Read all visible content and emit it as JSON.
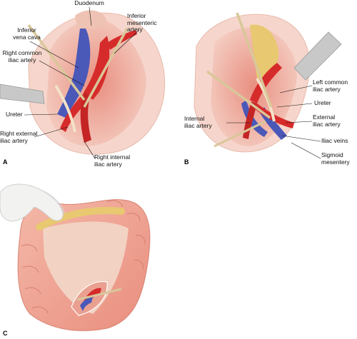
{
  "figure": {
    "panels": {
      "a": "A",
      "b": "B",
      "c": "C"
    },
    "labels_a": {
      "duodenum": "Duodenum",
      "ivc": "Inferior\nvena cava",
      "ima": "Inferior\nmesenteric\nartery",
      "rcia": "Right common\niliac artery",
      "ureter": "Ureter",
      "reia": "Right external\niliac artery",
      "riia": "Right internal\niliac artery"
    },
    "labels_b": {
      "lcia": "Left common\niliac artery",
      "ureter": "Ureter",
      "internal": "Internal\niliac artery",
      "external": "External\niliac artery",
      "veins": "Iliac veins",
      "sigmoid": "Sigmoid\nmesentery"
    },
    "colors": {
      "artery": "#d62b2b",
      "vein": "#4a58b8",
      "tissue": "#f0b2a2",
      "fat": "#e8c870",
      "instrument": "#d9c79a",
      "retractor": "#c8c8c8"
    }
  }
}
